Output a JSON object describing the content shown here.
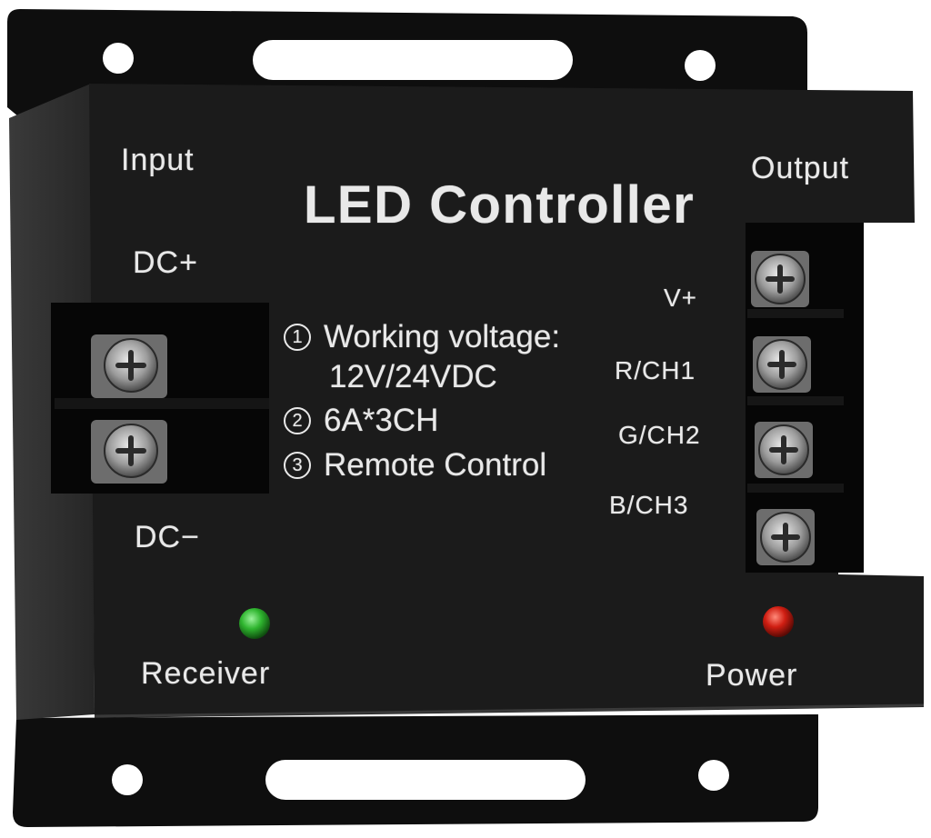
{
  "device": {
    "title": "LED Controller",
    "input_label": "Input",
    "output_label": "Output",
    "dc_plus_label": "DC+",
    "dc_minus_label": "DC−",
    "receiver_label": "Receiver",
    "power_label": "Power",
    "channels": [
      "V+",
      "R/CH1",
      "G/CH2",
      "B/CH3"
    ],
    "specs": [
      {
        "num": "1",
        "text": "Working voltage:",
        "cont": "12V/24VDC"
      },
      {
        "num": "2",
        "text": "6A*3CH"
      },
      {
        "num": "3",
        "text": "Remote Control"
      }
    ],
    "colors": {
      "housing": "#1a1a1a",
      "bracket": "#0e0e0e",
      "text": "#e9e9e9",
      "receiver_led": "#2fb52f",
      "power_led": "#d01e12"
    }
  }
}
